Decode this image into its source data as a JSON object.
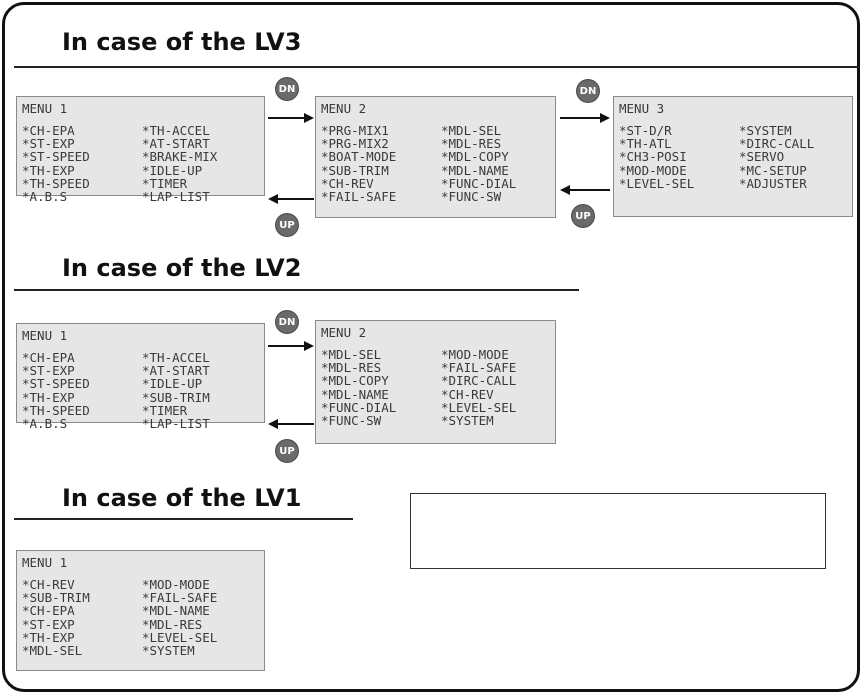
{
  "lv3": {
    "heading": "In case of the LV3",
    "menu1": {
      "title": "MENU 1",
      "rows": [
        [
          "*CH-EPA",
          "*TH-ACCEL"
        ],
        [
          "*ST-EXP",
          "*AT-START"
        ],
        [
          "*ST-SPEED",
          "*BRAKE-MIX"
        ],
        [
          "*TH-EXP",
          "*IDLE-UP"
        ],
        [
          "*TH-SPEED",
          "*TIMER"
        ],
        [
          "*A.B.S",
          "*LAP-LIST"
        ]
      ]
    },
    "menu2": {
      "title": "MENU 2",
      "rows": [
        [
          "*PRG-MIX1",
          "*MDL-SEL"
        ],
        [
          "*PRG-MIX2",
          "*MDL-RES"
        ],
        [
          "*BOAT-MODE",
          "*MDL-COPY"
        ],
        [
          "*SUB-TRIM",
          "*MDL-NAME"
        ],
        [
          "*CH-REV",
          "*FUNC-DIAL"
        ],
        [
          "*FAIL-SAFE",
          "*FUNC-SW"
        ]
      ]
    },
    "menu3": {
      "title": "MENU 3",
      "rows": [
        [
          "*ST-D/R",
          "*SYSTEM"
        ],
        [
          "*TH-ATL",
          "*DIRC-CALL"
        ],
        [
          "*CH3-POSI",
          "*SERVO"
        ],
        [
          "*MOD-MODE",
          "*MC-SETUP"
        ],
        [
          "*LEVEL-SEL",
          "*ADJUSTER"
        ]
      ]
    }
  },
  "lv2": {
    "heading": "In case of the LV2",
    "menu1": {
      "title": "MENU 1",
      "rows": [
        [
          "*CH-EPA",
          "*TH-ACCEL"
        ],
        [
          "*ST-EXP",
          "*AT-START"
        ],
        [
          "*ST-SPEED",
          "*IDLE-UP"
        ],
        [
          "*TH-EXP",
          "*SUB-TRIM"
        ],
        [
          "*TH-SPEED",
          "*TIMER"
        ],
        [
          "*A.B.S",
          "*LAP-LIST"
        ]
      ]
    },
    "menu2": {
      "title": "MENU 2",
      "rows": [
        [
          "*MDL-SEL",
          "*MOD-MODE"
        ],
        [
          "*MDL-RES",
          "*FAIL-SAFE"
        ],
        [
          "*MDL-COPY",
          "*DIRC-CALL"
        ],
        [
          "*MDL-NAME",
          "*CH-REV"
        ],
        [
          "*FUNC-DIAL",
          "*LEVEL-SEL"
        ],
        [
          "*FUNC-SW",
          "*SYSTEM"
        ]
      ]
    }
  },
  "lv1": {
    "heading": "In case of the LV1",
    "menu1": {
      "title": "MENU 1",
      "rows": [
        [
          "*CH-REV",
          "*MOD-MODE"
        ],
        [
          "*SUB-TRIM",
          "*FAIL-SAFE"
        ],
        [
          "*CH-EPA",
          "*MDL-NAME"
        ],
        [
          "*ST-EXP",
          "*MDL-RES"
        ],
        [
          "*TH-EXP",
          "*LEVEL-SEL"
        ],
        [
          "*MDL-SEL",
          "*SYSTEM"
        ]
      ]
    }
  },
  "badges": {
    "dn": "DN",
    "up": "UP"
  },
  "colors": {
    "badge": "#6a6a6a",
    "lcd_bg": "#e6e6e6",
    "lcd_text": "#3a3a3a",
    "frame": "#111111"
  }
}
